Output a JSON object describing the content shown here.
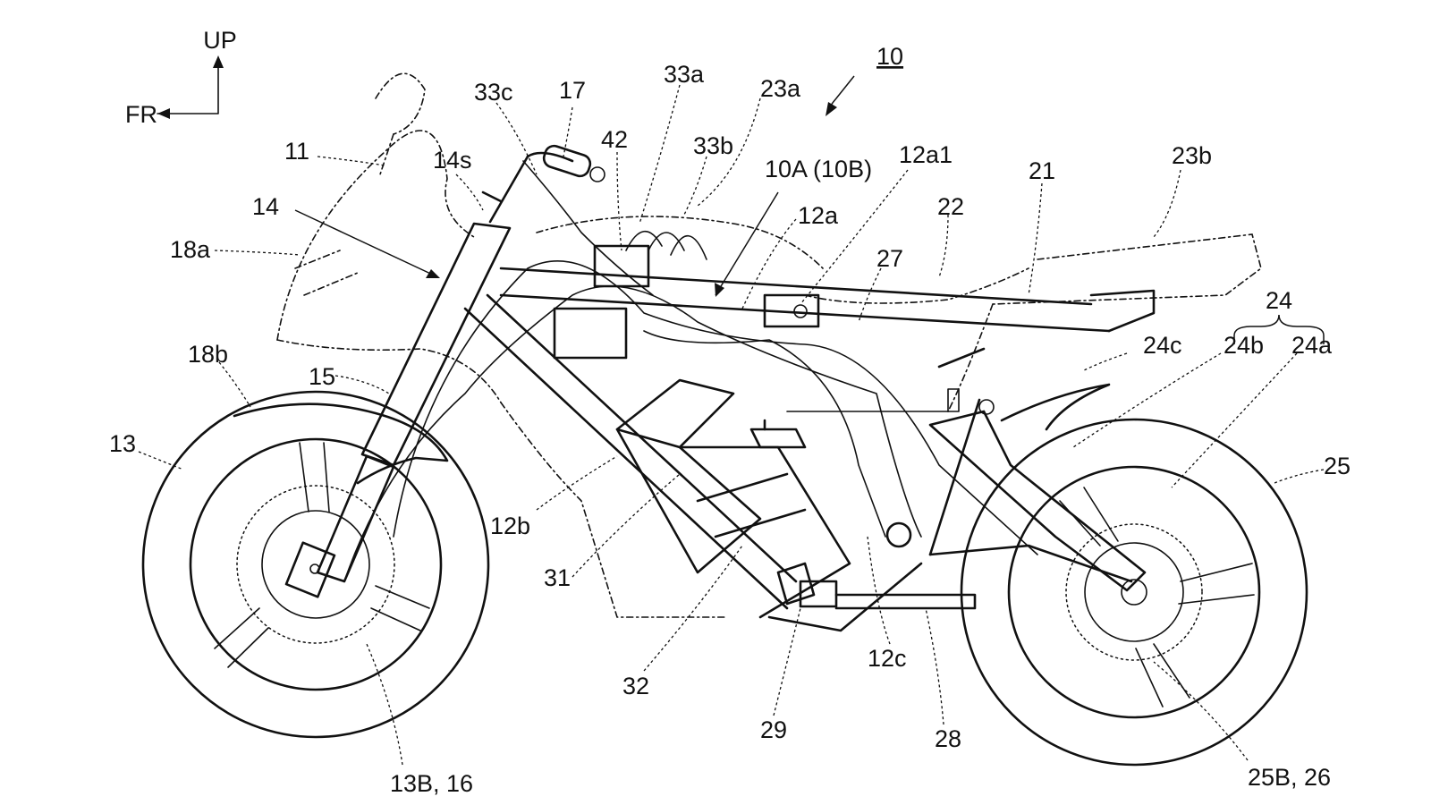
{
  "direction": {
    "up": "UP",
    "front": "FR"
  },
  "reference_numeral": "10",
  "labels": {
    "l_11": "11",
    "l_14s": "14s",
    "l_14": "14",
    "l_18a": "18a",
    "l_18b": "18b",
    "l_15": "15",
    "l_13": "13",
    "l_33c": "33c",
    "l_17": "17",
    "l_42": "42",
    "l_33a": "33a",
    "l_33b": "33b",
    "l_23a": "23a",
    "l_10A": "10A (10B)",
    "l_12a1": "12a1",
    "l_12a": "12a",
    "l_21": "21",
    "l_23b": "23b",
    "l_22": "22",
    "l_27": "27",
    "l_24": "24",
    "l_24c": "24c",
    "l_24b": "24b",
    "l_24a": "24a",
    "l_25": "25",
    "l_12b": "12b",
    "l_31": "31",
    "l_32": "32",
    "l_29": "29",
    "l_12c": "12c",
    "l_28": "28",
    "l_13B16": "13B, 16",
    "l_25B26": "25B, 26"
  }
}
